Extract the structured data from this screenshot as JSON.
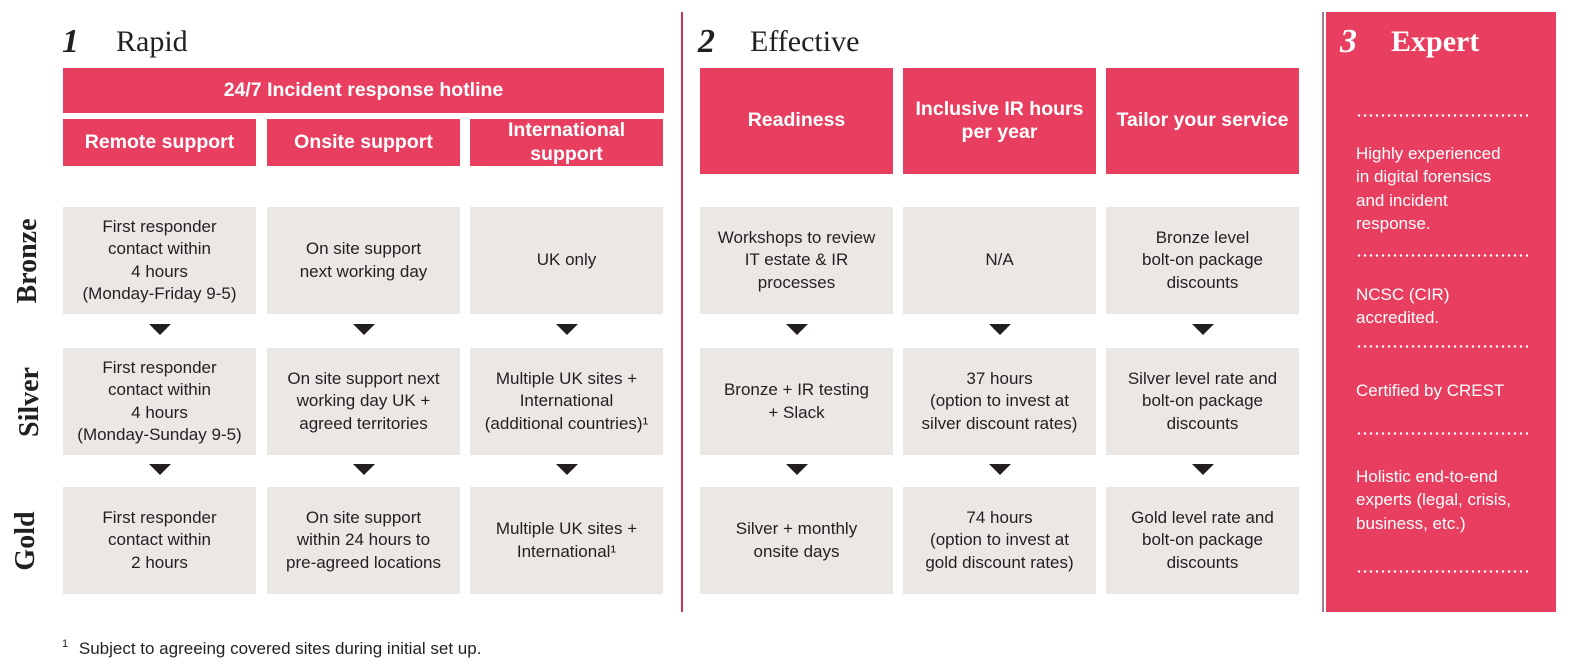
{
  "brand": {
    "pink": "#E83E5F",
    "cell_grey": "#EAE7E4",
    "divider": "#C9315A",
    "text": "#231f20"
  },
  "sections": [
    {
      "number": "1",
      "title": "Rapid",
      "banner": "24/7 Incident response hotline",
      "columns": [
        "Remote support",
        "Onsite support",
        "International\nsupport"
      ],
      "rows": [
        {
          "tier": "Bronze",
          "cells": [
            "First responder\ncontact within\n4 hours\n(Monday-Friday 9-5)",
            "On site support\nnext working day",
            "UK only"
          ]
        },
        {
          "tier": "Silver",
          "cells": [
            "First responder\ncontact within\n4 hours\n(Monday-Sunday 9-5)",
            "On site support next\nworking day UK +\nagreed territories",
            "Multiple UK sites +\nInternational\n(additional countries)¹"
          ]
        },
        {
          "tier": "Gold",
          "cells": [
            "First responder\ncontact within\n2 hours",
            "On site support\nwithin 24 hours to\npre-agreed locations",
            "Multiple UK sites +\nInternational¹"
          ]
        }
      ]
    },
    {
      "number": "2",
      "title": "Effective",
      "banner": null,
      "columns": [
        "Readiness",
        "Inclusive IR\nhours per year",
        "Tailor your\nservice"
      ],
      "rows": [
        {
          "tier": "Bronze",
          "cells": [
            "Workshops to review\nIT estate & IR\nprocesses",
            "N/A",
            "Bronze level\nbolt-on package\ndiscounts"
          ]
        },
        {
          "tier": "Silver",
          "cells": [
            "Bronze + IR testing\n+ Slack",
            "37 hours\n(option to invest at\nsilver discount rates)",
            "Silver level rate and\nbolt-on package\ndiscounts"
          ]
        },
        {
          "tier": "Gold",
          "cells": [
            "Silver + monthly\nonsite days",
            "74 hours\n(option to invest at\ngold discount rates)",
            "Gold level rate and\nbolt-on package\ndiscounts"
          ]
        }
      ]
    }
  ],
  "expert": {
    "number": "3",
    "title": "Expert",
    "items": [
      "Highly experienced\nin digital forensics\nand incident\nresponse.",
      "NCSC (CIR)\naccredited.",
      "Certified by CREST",
      "Holistic end-to-end\nexperts (legal, crisis,\nbusiness, etc.)"
    ]
  },
  "footnote": {
    "marker": "1",
    "text": "Subject to agreeing covered sites during initial set up."
  }
}
